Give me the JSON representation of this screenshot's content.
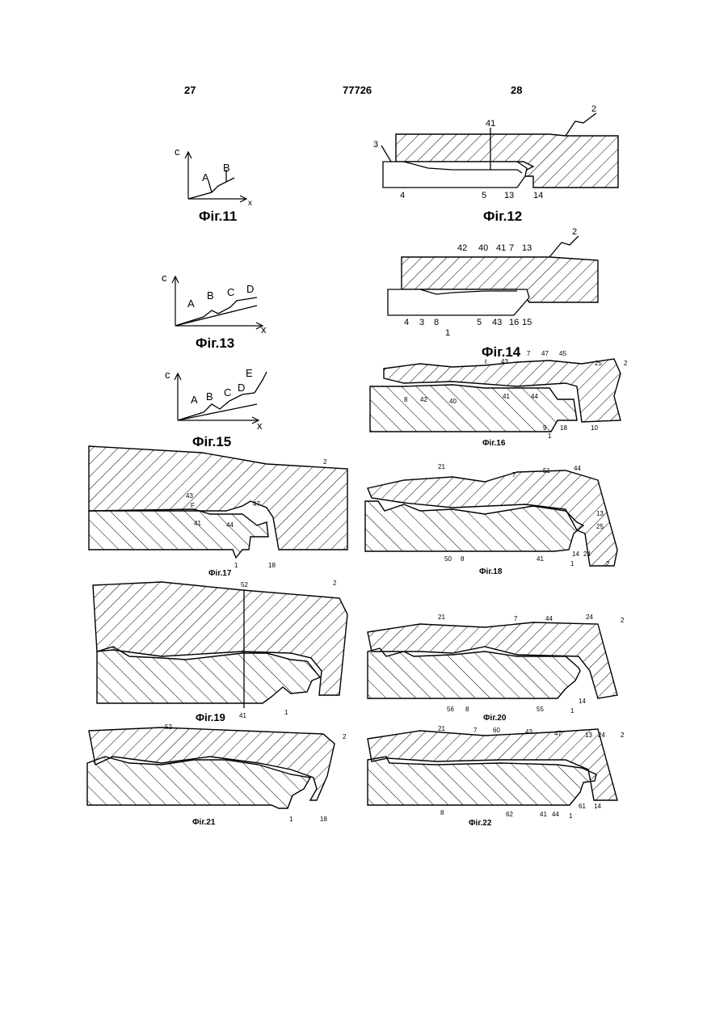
{
  "header": {
    "left_page": "27",
    "patent_number": "77726",
    "right_page": "28"
  },
  "figures": {
    "fig11": {
      "caption": "Фіг.11",
      "axis_y": "c",
      "axis_x": "x",
      "curves": [
        "A",
        "B"
      ]
    },
    "fig12": {
      "caption": "Фіг.12",
      "refs": [
        "2",
        "41",
        "3",
        "4",
        "5",
        "13",
        "14"
      ]
    },
    "fig13": {
      "caption": "Фіг.13",
      "axis_y": "c",
      "axis_x": "x",
      "curves": [
        "A",
        "B",
        "C",
        "D"
      ]
    },
    "fig14": {
      "caption": "Фіг.14",
      "refs": [
        "2",
        "42",
        "40",
        "41",
        "7",
        "13",
        "4",
        "3",
        "8",
        "1",
        "5",
        "43",
        "16",
        "15"
      ]
    },
    "fig15": {
      "caption": "Фіг.15",
      "axis_y": "c",
      "axis_x": "x",
      "curves": [
        "A",
        "B",
        "C",
        "D",
        "E"
      ]
    },
    "fig16": {
      "caption": "Фіг.16",
      "refs": [
        "ℓ",
        "43",
        "7",
        "47",
        "45",
        "25",
        "2",
        "8",
        "42",
        "40",
        "41",
        "44",
        "9",
        "18",
        "10",
        "1"
      ]
    },
    "fig17": {
      "caption": "Фіг.17",
      "refs": [
        "2",
        "43",
        "F",
        "47",
        "41",
        "44",
        "1",
        "18"
      ]
    },
    "fig18": {
      "caption": "Фіг.18",
      "refs": [
        "21",
        "7",
        "51",
        "44",
        "13",
        "25",
        "50",
        "8",
        "41",
        "14",
        "24",
        "1",
        "2"
      ]
    },
    "fig19": {
      "caption": "Фіг.19",
      "refs": [
        "52",
        "2",
        "41",
        "1"
      ]
    },
    "fig20": {
      "caption": "Фіг.20",
      "refs": [
        "21",
        "7",
        "44",
        "24",
        "2",
        "56",
        "8",
        "55",
        "14",
        "1"
      ]
    },
    "fig21": {
      "caption": "Фіг.21",
      "refs": [
        "52",
        "2",
        "1",
        "18"
      ]
    },
    "fig22": {
      "caption": "Фіг.22",
      "refs": [
        "21",
        "7",
        "60",
        "43",
        "47",
        "13",
        "24",
        "2",
        "8",
        "62",
        "41",
        "44",
        "61",
        "14",
        "1"
      ]
    }
  }
}
